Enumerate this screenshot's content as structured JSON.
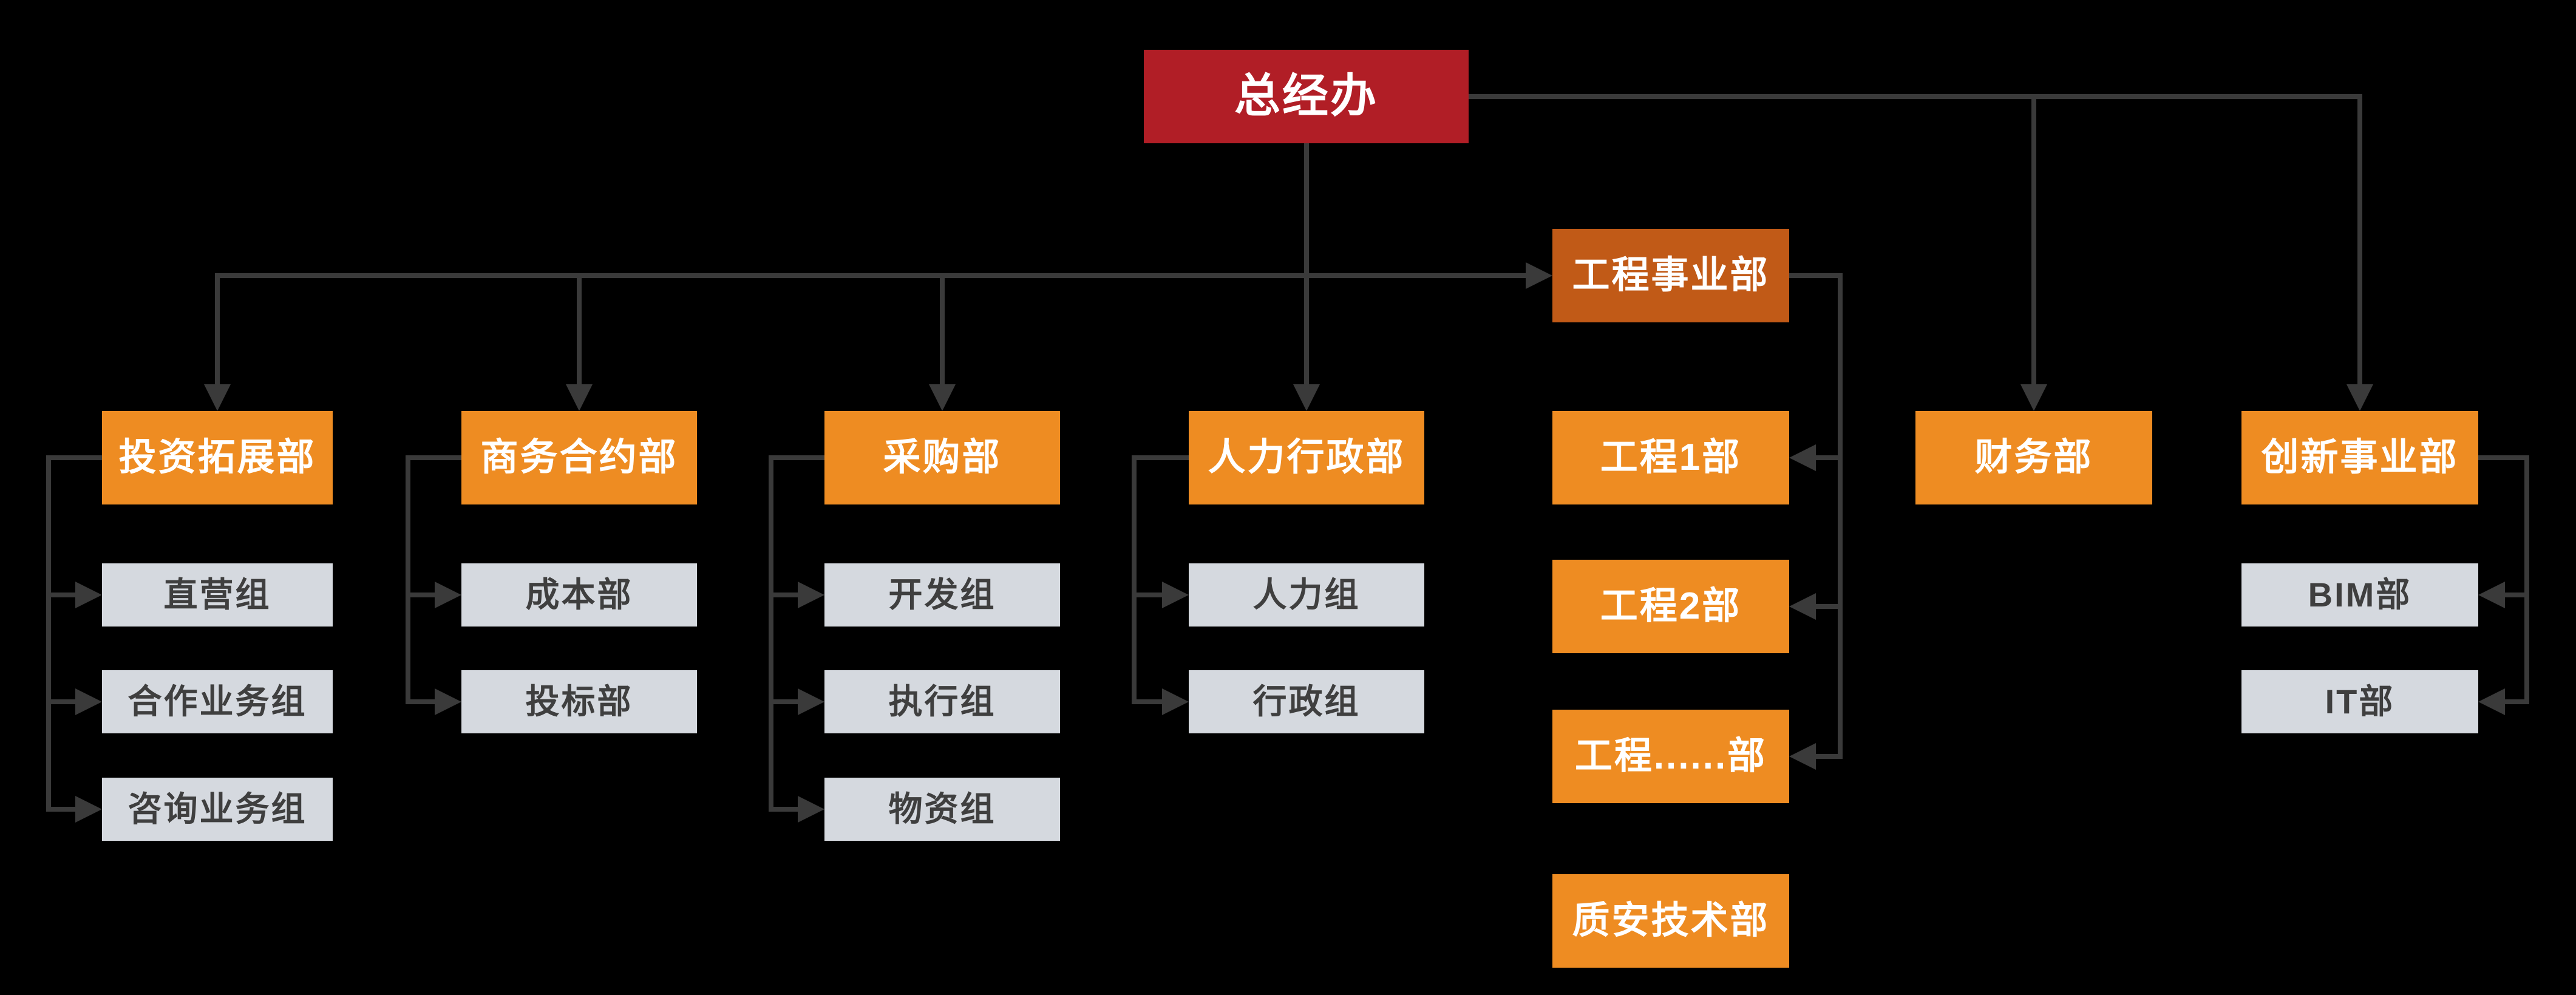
{
  "diagram": {
    "type": "org-chart",
    "root_label": "总经办",
    "structure": {
      "总经办": [
        "投资拓展部",
        "商务合约部",
        "采购部",
        "人力行政部",
        "工程事业部",
        "财务部",
        "创新事业部"
      ],
      "投资拓展部": [
        "直营组",
        "合作业务组",
        "咨询业务组"
      ],
      "商务合约部": [
        "成本部",
        "投标部"
      ],
      "采购部": [
        "开发组",
        "执行组",
        "物资组"
      ],
      "人力行政部": [
        "人力组",
        "行政组"
      ],
      "工程事业部": [
        "工程1部",
        "工程2部",
        "工程......部"
      ],
      "财务部": [],
      "创新事业部": [
        "BIM部",
        "IT部"
      ],
      "unconnected_boxes": [
        "质安技术部"
      ]
    }
  },
  "colors": {
    "background": "#000000",
    "red": "#B11E26",
    "orange": "#EE8C22",
    "dark_orange": "#C15A17",
    "gray": "#D5D9DF",
    "gray_text": "#3F3F3F",
    "line": "#3A3A3A",
    "white_text": "#FFFFFF"
  },
  "nodes": [
    {
      "label": "总经办"
    },
    {
      "label": "投资拓展部"
    },
    {
      "label": "商务合约部"
    },
    {
      "label": "采购部"
    },
    {
      "label": "人力行政部"
    },
    {
      "label": "工程事业部"
    },
    {
      "label": "财务部"
    },
    {
      "label": "创新事业部"
    },
    {
      "label": "直营组"
    },
    {
      "label": "合作业务组"
    },
    {
      "label": "咨询业务组"
    },
    {
      "label": "成本部"
    },
    {
      "label": "投标部"
    },
    {
      "label": "开发组"
    },
    {
      "label": "执行组"
    },
    {
      "label": "物资组"
    },
    {
      "label": "人力组"
    },
    {
      "label": "行政组"
    },
    {
      "label": "工程1部"
    },
    {
      "label": "工程2部"
    },
    {
      "label": "工程......部"
    },
    {
      "label": "质安技术部"
    },
    {
      "label": "BIM部"
    },
    {
      "label": "IT部"
    }
  ]
}
